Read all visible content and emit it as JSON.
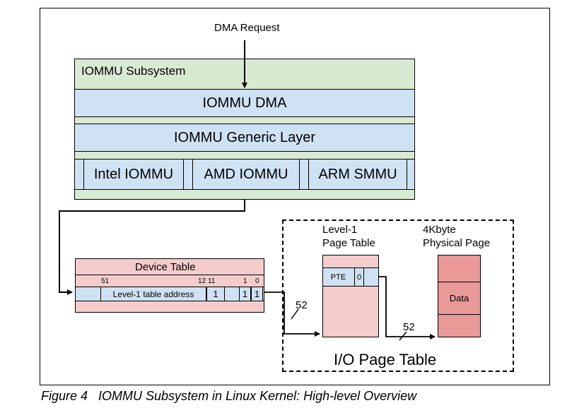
{
  "dma_request": "DMA Request",
  "subsystem": {
    "title": "IOMMU Subsystem",
    "dma": "IOMMU DMA",
    "generic_layer": "IOMMU Generic Layer",
    "drivers": [
      "Intel IOMMU",
      "AMD IOMMU",
      "ARM SMMU"
    ]
  },
  "device_table": {
    "title": "Device Table",
    "bit_labels": [
      "51",
      "12",
      "11",
      "1",
      "0"
    ],
    "field_address": "Level-1 table address",
    "field_bits": [
      "1",
      "1",
      "1"
    ]
  },
  "io_page_table": {
    "title": "I/O Page Table",
    "level1_label": "Level-1\nPage Table",
    "level1_line1": "Level-1",
    "level1_line2": "Page Table",
    "page_line1": "4Kbyte",
    "page_line2": "Physical Page",
    "pte": "PTE",
    "pte_bit": "0",
    "data": "Data"
  },
  "bus_width_labels": [
    "52",
    "52"
  ],
  "caption": "Figure 4   IOMMU Subsystem in Linux Kernel: High-level Overview",
  "colors": {
    "subsystem_bg": "#d9ead3",
    "layer_bg": "#cfe2f3",
    "table_bg": "#f4cccc",
    "page_bg": "#ea9999"
  }
}
